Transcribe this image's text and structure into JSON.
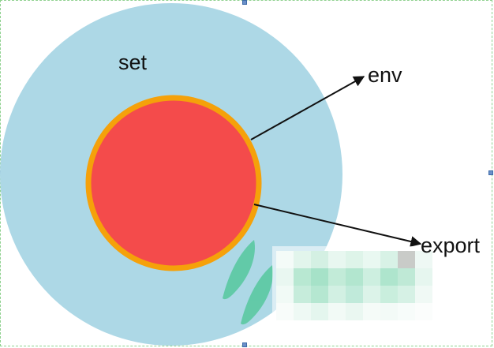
{
  "labels": {
    "outer": "set",
    "arrow_top": "env",
    "arrow_bottom": "export"
  },
  "colors": {
    "outer_circle": "#add8e6",
    "inner_circle": "#f44b4b",
    "inner_ring": "#f5a10a",
    "arrow": "#111111",
    "watermark_leaf": "#5cc9a3",
    "selection_frame": "#8fd18f",
    "selection_handle": "#6a90c8"
  },
  "icons": {
    "watermark": "leaf-logo-watermark"
  }
}
